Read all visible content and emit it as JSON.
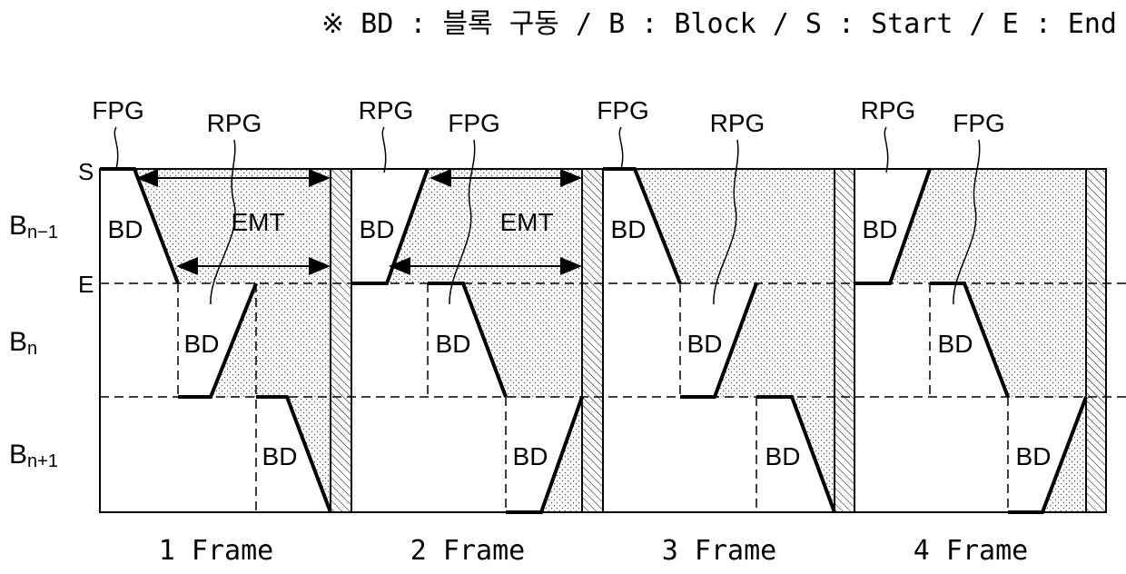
{
  "legend": {
    "text": "※ BD : 블록 구동 / B : Block / S : Start / E : End"
  },
  "row_labels": {
    "start": "S",
    "end": "E",
    "block_prev": {
      "base": "B",
      "sub": "n−1"
    },
    "block_curr": {
      "base": "B",
      "sub": "n"
    },
    "block_next": {
      "base": "B",
      "sub": "n+1"
    }
  },
  "frames": [
    {
      "label": "1 Frame",
      "top_left_tag": "FPG",
      "top_right_tag": "RPG",
      "emt": "EMT"
    },
    {
      "label": "2 Frame",
      "top_left_tag": "RPG",
      "top_right_tag": "FPG",
      "emt": "EMT"
    },
    {
      "label": "3 Frame",
      "top_left_tag": "FPG",
      "top_right_tag": "RPG"
    },
    {
      "label": "4 Frame",
      "top_left_tag": "RPG",
      "top_right_tag": "FPG"
    }
  ],
  "block_drive_label": "BD",
  "colors": {
    "line": "#000000",
    "dot": "#555555",
    "background": "#ffffff"
  }
}
